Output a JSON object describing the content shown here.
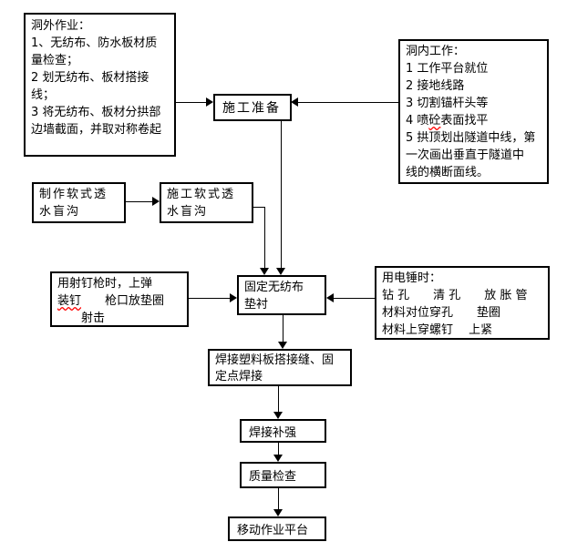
{
  "colors": {
    "line": "#000000",
    "background": "#ffffff",
    "text": "#000000",
    "spellcheck_underline": "#ff0000"
  },
  "boxes": {
    "outside_work": {
      "lines": [
        "洞外作业：",
        "1、无纺布、防水板材质",
        "量检查；",
        "2 划无纺布、板材搭接线；",
        "3 将无纺布、板材分拱部",
        "边墙截面，并取对称卷起"
      ]
    },
    "construction_prep": {
      "label": "施工准备"
    },
    "inside_work": {
      "lines": [
        "洞内工作：",
        "1 工作平台就位",
        "2 接地线路",
        "3 切割锚杆头等"
      ],
      "spray": {
        "pre": "4 喷",
        "misspelled": "砼",
        "post": "表面找平"
      },
      "lines2": [
        "5 拱顶划出隧道中线，第",
        "一次画出垂直于隧道中",
        "线的横断面线。"
      ]
    },
    "make_drain": {
      "lines": [
        "制作软式透",
        "水盲沟"
      ]
    },
    "install_drain": {
      "lines": [
        "施工软式透",
        "水盲沟"
      ]
    },
    "nail_gun": {
      "line1": "用射钉枪时，上弹",
      "line2": {
        "misspelled": "装钉",
        "post": "　　枪口放垫圈"
      },
      "line3": "　　射击"
    },
    "fix_geotextile": {
      "lines": [
        "固定无纺布",
        "垫衬"
      ]
    },
    "electric_hammer": {
      "lines": [
        "用电锤时：",
        "钻 孔　　清 孔　　放 胀 管",
        "材料对位穿孔　　垫圈",
        "材料上穿螺钉　 上紧"
      ]
    },
    "weld_seams": {
      "lines": [
        "焊接塑料板搭接缝、固",
        "定点焊接"
      ]
    },
    "weld_reinforce": {
      "label": "焊接补强"
    },
    "quality_check": {
      "label": "质量检查"
    },
    "move_platform": {
      "label": "移动作业平台"
    }
  }
}
